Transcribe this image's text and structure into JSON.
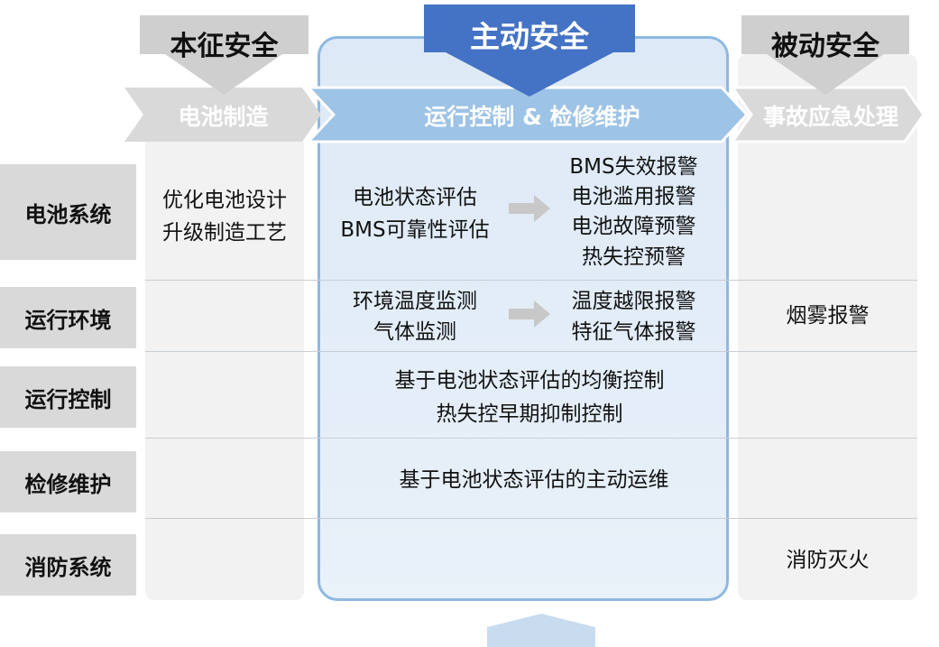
{
  "headers": {
    "intrinsic": "本征安全",
    "active": "主动安全",
    "passive": "被动安全"
  },
  "phases": {
    "manufacturing": "电池制造",
    "operation": "运行控制 & 检修维护",
    "emergency": "事故应急处理"
  },
  "rows": [
    {
      "label": "电池系统"
    },
    {
      "label": "运行环境"
    },
    {
      "label": "运行控制"
    },
    {
      "label": "检修维护"
    },
    {
      "label": "消防系统"
    }
  ],
  "cells": {
    "battery_intrinsic": [
      "优化电池设计",
      "升级制造工艺"
    ],
    "battery_active_left": [
      "电池状态评估",
      "BMS可靠性评估"
    ],
    "battery_active_right": [
      "BMS失效报警",
      "电池滥用报警",
      "电池故障预警",
      "热失控预警"
    ],
    "env_active_left": [
      "环境温度监测",
      "气体监测"
    ],
    "env_active_right": [
      "温度越限报警",
      "特征气体报警"
    ],
    "env_passive": "烟雾报警",
    "control_active": [
      "基于电池状态评估的均衡控制",
      "热失控早期抑制控制"
    ],
    "maintenance_active": "基于电池状态评估的主动运维",
    "fire_passive": "消防灭火"
  },
  "colors": {
    "header_gray": "#d9d9d9",
    "header_blue": "#4472c4",
    "phase_light_blue": "#9dc3e6",
    "active_border": "#8db8e2"
  }
}
